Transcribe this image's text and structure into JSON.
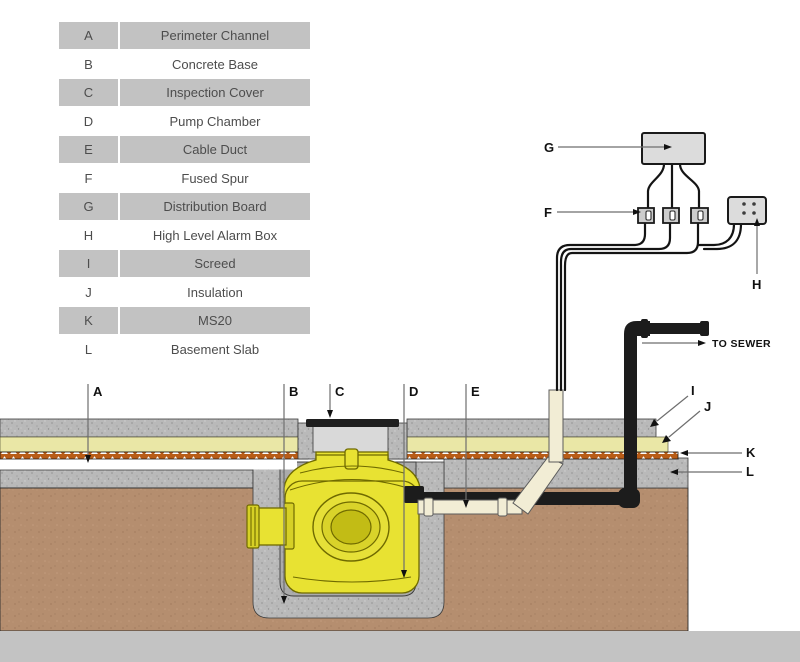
{
  "legend": {
    "rows": [
      {
        "key": "A",
        "label": "Perimeter Channel"
      },
      {
        "key": "B",
        "label": "Concrete Base"
      },
      {
        "key": "C",
        "label": "Inspection Cover"
      },
      {
        "key": "D",
        "label": "Pump Chamber"
      },
      {
        "key": "E",
        "label": "Cable Duct"
      },
      {
        "key": "F",
        "label": "Fused Spur"
      },
      {
        "key": "G",
        "label": "Distribution Board"
      },
      {
        "key": "H",
        "label": "High Level Alarm Box"
      },
      {
        "key": "I",
        "label": "Screed"
      },
      {
        "key": "J",
        "label": "Insulation"
      },
      {
        "key": "K",
        "label": "MS20"
      },
      {
        "key": "L",
        "label": "Basement Slab"
      }
    ]
  },
  "diagram": {
    "callouts": {
      "a": "A",
      "b": "B",
      "c": "C",
      "d": "D",
      "e": "E",
      "f": "F",
      "g": "G",
      "h": "H",
      "i": "I",
      "j": "J",
      "k": "K",
      "l": "L"
    },
    "to_sewer_label": "TO SEWER",
    "colors": {
      "legend_row_gray": "#c2c2c2",
      "footer_gray": "#c3c3c3",
      "pump_yellow": "#e8e232",
      "insulation": "#eae7a6",
      "cable_duct_cream": "#f2edd5",
      "pipe_black": "#1c1c1c",
      "concrete_gray": "#b9b9b9",
      "soil_brown": "#b58e6f",
      "membrane_orange": "#b85c17"
    }
  }
}
